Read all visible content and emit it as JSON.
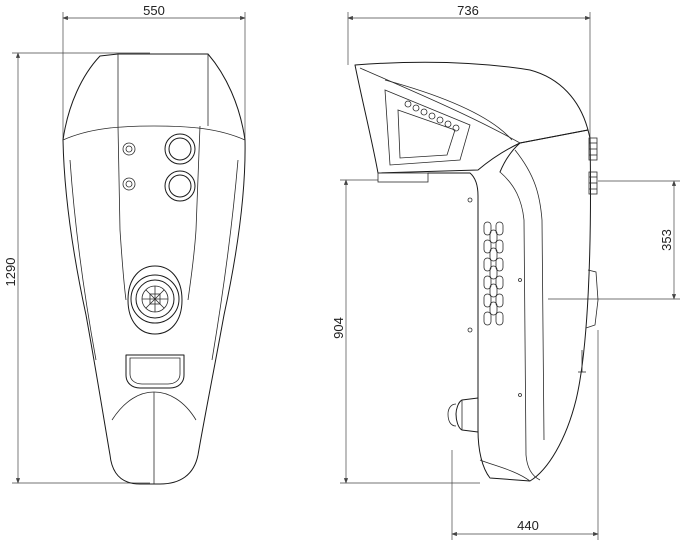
{
  "drawing": {
    "dimensions": {
      "front_width": "550",
      "front_height": "1290",
      "side_width": "736",
      "side_height": "904",
      "side_offset": "353",
      "base_depth": "440"
    }
  }
}
